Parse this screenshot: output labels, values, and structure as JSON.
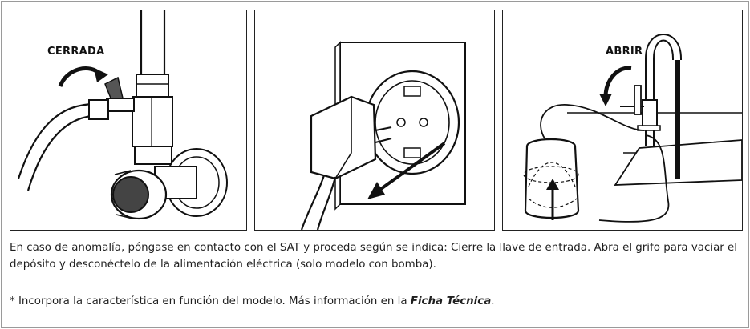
{
  "panels": {
    "panel1_label": "CERRADA",
    "panel3_label": "ABRIR"
  },
  "text": {
    "instructions": "En caso de anomalía, póngase en contacto con el SAT y proceda según se indica: Cierre la llave de entrada. Abra el grifo para vaciar el depósito y desconéctelo de la alimentación eléctrica (solo modelo con bomba).",
    "note_prefix": "* Incorpora la característica en función del modelo. Más información en la ",
    "note_link": "Ficha Técnica",
    "note_suffix": "."
  }
}
